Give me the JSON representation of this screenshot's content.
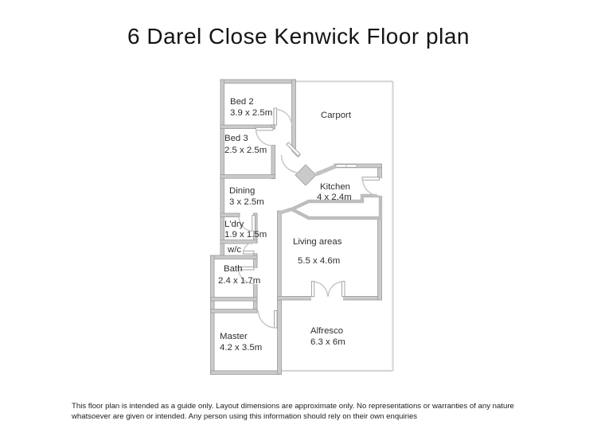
{
  "title": "6 Darel Close Kenwick Floor plan",
  "rooms": [
    {
      "name": "Bed 2",
      "dims": "3.9 x 2.5m"
    },
    {
      "name": "Bed 3",
      "dims": "2.5 x 2.5m"
    },
    {
      "name": "Carport",
      "dims": ""
    },
    {
      "name": "Dining",
      "dims": "3 x 2.5m"
    },
    {
      "name": "Kitchen",
      "dims": "4 x 2.4m"
    },
    {
      "name": "L'dry",
      "dims": "1.9 x 1.5m"
    },
    {
      "name": "w/c",
      "dims": ""
    },
    {
      "name": "Bath",
      "dims": "2.4 x 1.7m"
    },
    {
      "name": "Living areas",
      "dims": "5.5 x 4.6m"
    },
    {
      "name": "Master",
      "dims": "4.2 x 3.5m"
    },
    {
      "name": "Alfresco",
      "dims": "6.3 x 6m"
    }
  ],
  "disclaimer": {
    "line1": "This floor plan is intended as a guide only. Layout dimensions are approximate only. No representations or warranties of any nature",
    "line2": "whatsoever are given or intended. Any person using this information should rely on their own enquiries"
  },
  "colors": {
    "wall_fill": "#cacaca",
    "wall_edge": "#9c9c9c",
    "outdoor_line": "#d6d6d6",
    "door_arc": "#c6c6c6",
    "label_text": "#2e2e2e",
    "title_text": "#141414"
  }
}
